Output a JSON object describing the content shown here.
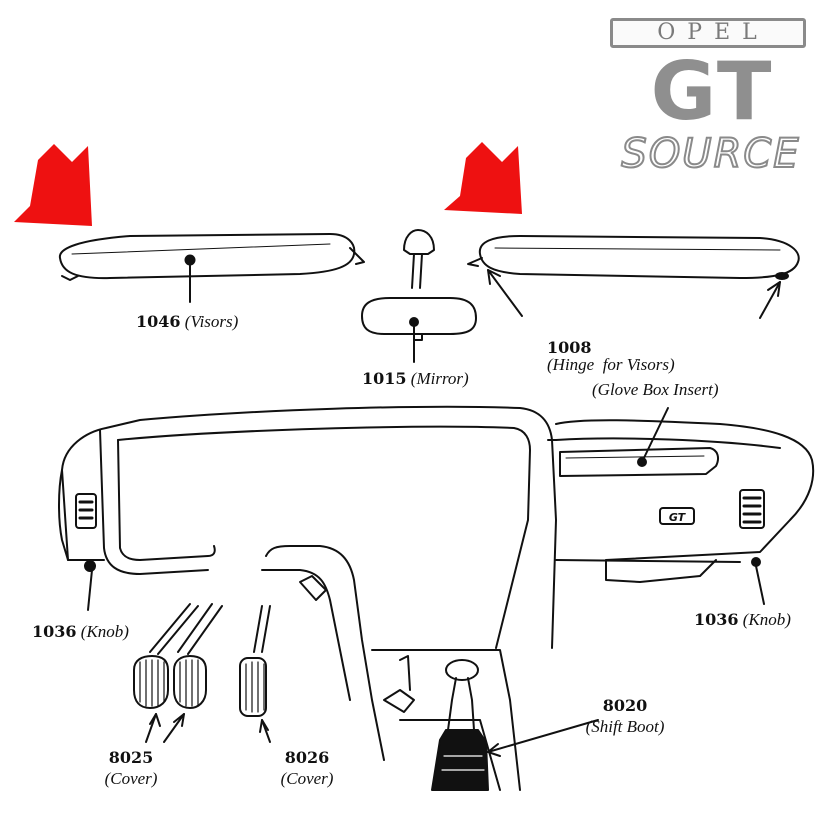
{
  "logo": {
    "top_text": "OPEL",
    "mid_text": "GT",
    "bottom_text": "SOURCE"
  },
  "colors": {
    "arrow": "#ee1111",
    "line": "#111111",
    "logo_gray": "#8a8a8a"
  },
  "parts": {
    "visors": {
      "number": "1046",
      "desc": "(Visors)"
    },
    "mirror": {
      "number": "1015",
      "desc": "(Mirror)"
    },
    "hinge": {
      "number": "1008",
      "desc": "(Hinge  for Visors)"
    },
    "glovebox": {
      "desc": "(Glove Box Insert)"
    },
    "knob_left": {
      "number": "1036",
      "desc": "(Knob)"
    },
    "knob_right": {
      "number": "1036",
      "desc": "(Knob)"
    },
    "cover_pair": {
      "number": "8025",
      "desc": "(Cover)"
    },
    "cover_single": {
      "number": "8026",
      "desc": "(Cover)"
    },
    "shift_boot": {
      "number": "8020",
      "desc": "(Shift Boot)"
    }
  },
  "dash_badge": "GT"
}
